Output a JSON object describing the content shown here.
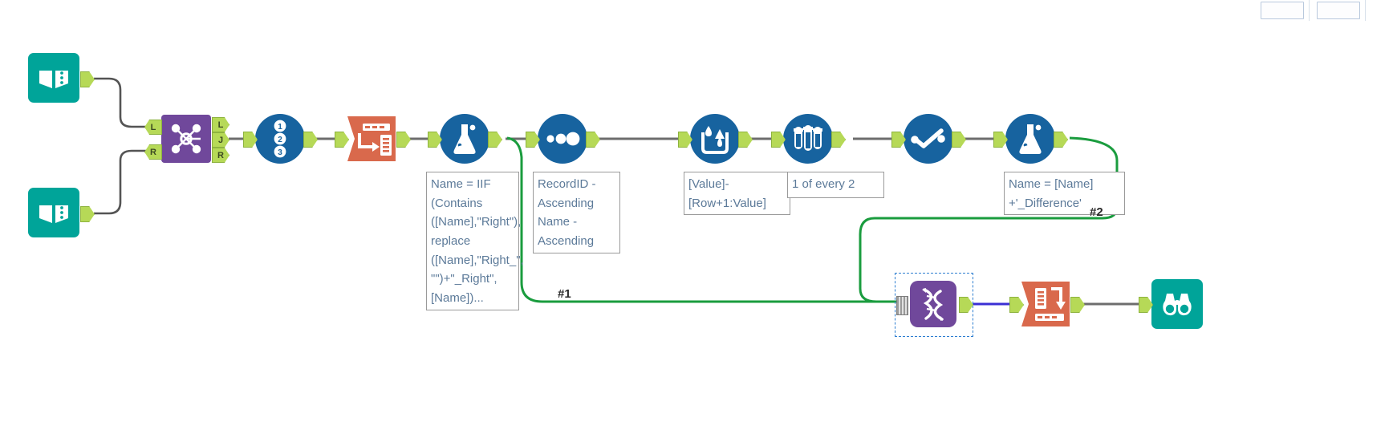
{
  "app": {
    "name": "alteryx-designer-canvas",
    "canvas_background": "#ffffff"
  },
  "chrome": {
    "box_left_label": "",
    "box_right_label": ""
  },
  "palette": {
    "input_teal": "#00a499",
    "tool_blue": "#17639f",
    "join_purple": "#70489b",
    "transform_orange": "#d9694c",
    "anchor_green": "#b6d957",
    "wire_grey": "#6d6d6d",
    "wire_green": "#1a9c3e",
    "wire_blue": "#3b2fd4",
    "selection_blue": "#2f7fd1",
    "annotation_text": "#5c7a99",
    "annotation_border": "#9a9a9a"
  },
  "tools": [
    {
      "id": "input-1",
      "label": "Input Data",
      "icon": "book-icon",
      "type": "input",
      "color": "#00a499"
    },
    {
      "id": "input-2",
      "label": "Input Data",
      "icon": "book-icon",
      "type": "input",
      "color": "#00a499"
    },
    {
      "id": "join",
      "label": "Join",
      "icon": "join-nodes-icon",
      "type": "join",
      "color": "#70489b"
    },
    {
      "id": "record-id",
      "label": "Record ID",
      "icon": "numbered-circles-icon",
      "type": "preparation",
      "color": "#17639f"
    },
    {
      "id": "transpose",
      "label": "Transpose",
      "icon": "transpose-icon",
      "type": "transform",
      "color": "#d9694c"
    },
    {
      "id": "formula-1",
      "label": "Formula",
      "icon": "flask-icon",
      "type": "preparation",
      "color": "#17639f"
    },
    {
      "id": "sort",
      "label": "Sort",
      "icon": "three-dots-icon",
      "type": "preparation",
      "color": "#17639f"
    },
    {
      "id": "multi-row",
      "label": "Multi-Row Formula",
      "icon": "bucket-drops-icon",
      "type": "preparation",
      "color": "#17639f"
    },
    {
      "id": "sample",
      "label": "Sample",
      "icon": "test-tubes-icon",
      "type": "preparation",
      "color": "#17639f"
    },
    {
      "id": "filter",
      "label": "Filter",
      "icon": "checkmark-dots-icon",
      "type": "preparation",
      "color": "#17639f"
    },
    {
      "id": "formula-2",
      "label": "Formula",
      "icon": "flask-icon",
      "type": "preparation",
      "color": "#17639f"
    },
    {
      "id": "union",
      "label": "Union",
      "icon": "union-helix-icon",
      "type": "join",
      "color": "#70489b",
      "selected": true
    },
    {
      "id": "cross-tab",
      "label": "Cross Tab",
      "icon": "crosstab-icon",
      "type": "transform",
      "color": "#d9694c"
    },
    {
      "id": "browse",
      "label": "Browse",
      "icon": "binoculars-icon",
      "type": "io",
      "color": "#00a499"
    }
  ],
  "anchor_labels": {
    "join_in_left": "L",
    "join_in_right": "R",
    "join_out_left": "L",
    "join_out_join": "J",
    "join_out_right": "R"
  },
  "annotations": [
    {
      "id": "formula-1-annotation",
      "for": "formula-1",
      "text": "Name = IIF\n(Contains\n([Name],\"Right\"),\nreplace\n([Name],\"Right_\",\n\"\")+\"_Right\",\n[Name])..."
    },
    {
      "id": "sort-annotation",
      "for": "sort",
      "text": "RecordID -\nAscending\nName -\nAscending"
    },
    {
      "id": "multi-row-annotation",
      "for": "multi-row",
      "text": "[Value]-\n[Row+1:Value]"
    },
    {
      "id": "sample-annotation",
      "for": "sample",
      "text": "1 of every 2"
    },
    {
      "id": "formula-2-annotation",
      "for": "formula-2",
      "text": "Name = [Name]\n+'_Difference'"
    }
  ],
  "connection_labels": [
    {
      "id": "conn-label-1",
      "text": "#1",
      "for": "union-input-1"
    },
    {
      "id": "conn-label-2",
      "text": "#2",
      "for": "union-input-2"
    }
  ]
}
